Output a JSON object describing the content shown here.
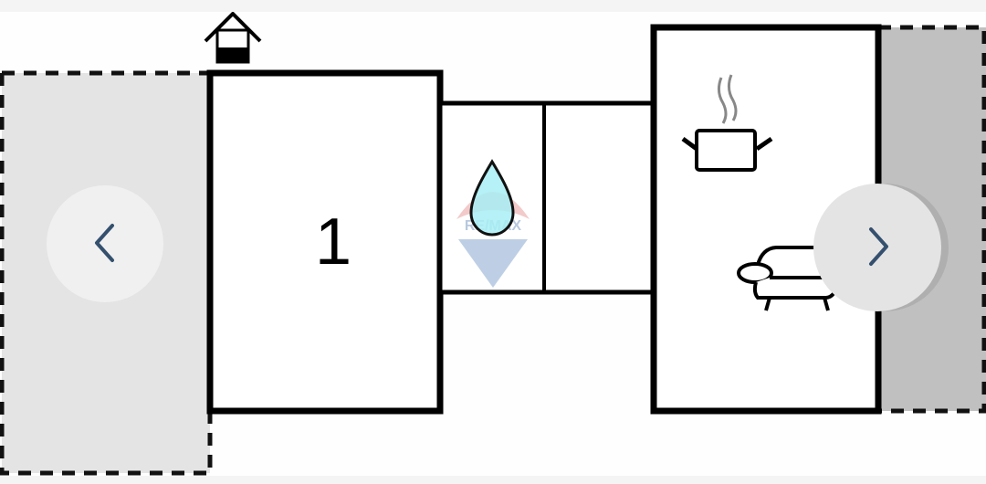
{
  "floorplan": {
    "room_label": "1",
    "watermark": "RE/MAX",
    "icons": [
      "house-entrance-icon",
      "water-drop-icon",
      "cooking-pot-icon",
      "sofa-icon"
    ]
  },
  "navigation": {
    "prev_label": "Previous image",
    "next_label": "Next image"
  },
  "colors": {
    "chevron": "#34506e",
    "left_terrace": "#e4e4e4",
    "right_terrace": "#c0c0c0",
    "water": "#a8eef5"
  }
}
